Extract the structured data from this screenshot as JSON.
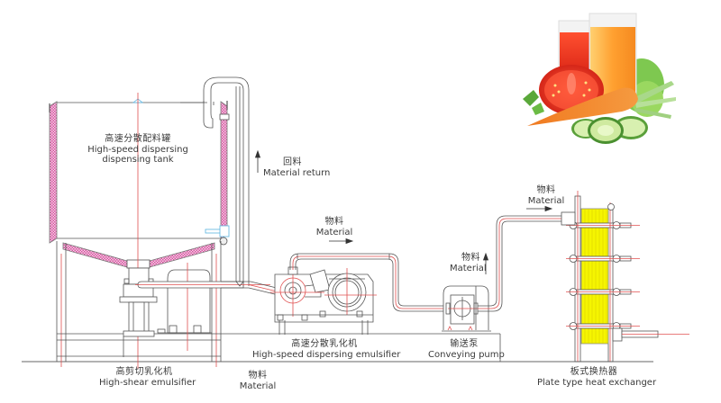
{
  "diagram": {
    "title": "Juice processing line schematic",
    "components": {
      "tank": {
        "zh": "高速分散配料罐",
        "en_line1": "High-speed dispersing",
        "en_line2": "dispensing tank"
      },
      "shear_emulsifier": {
        "zh": "高剪切乳化机",
        "en": "High-shear emulsifier"
      },
      "dispersing_emulsifier": {
        "zh": "高速分散乳化机",
        "en": "High-speed dispersing emulsifier"
      },
      "pump": {
        "zh": "输送泵",
        "en": "Conveying pump"
      },
      "heat_exchanger": {
        "zh": "板式换热器",
        "en": "Plate type heat exchanger"
      }
    },
    "flow_labels": {
      "material_return": {
        "zh": "回料",
        "en": "Material return"
      },
      "material_1": {
        "zh": "物料",
        "en": "Material"
      },
      "material_2": {
        "zh": "物料",
        "en": "Material"
      },
      "material_3": {
        "zh": "物料",
        "en": "Material"
      },
      "material_bottom": {
        "zh": "物料",
        "en": "Material"
      }
    },
    "illustration": "juice-glasses-with-vegetables",
    "colors": {
      "line": "#555555",
      "center_line": "#e05050",
      "insulation": "#e07ab8",
      "plate": "#f5f500",
      "nozzle": "#5ab4e0"
    }
  }
}
